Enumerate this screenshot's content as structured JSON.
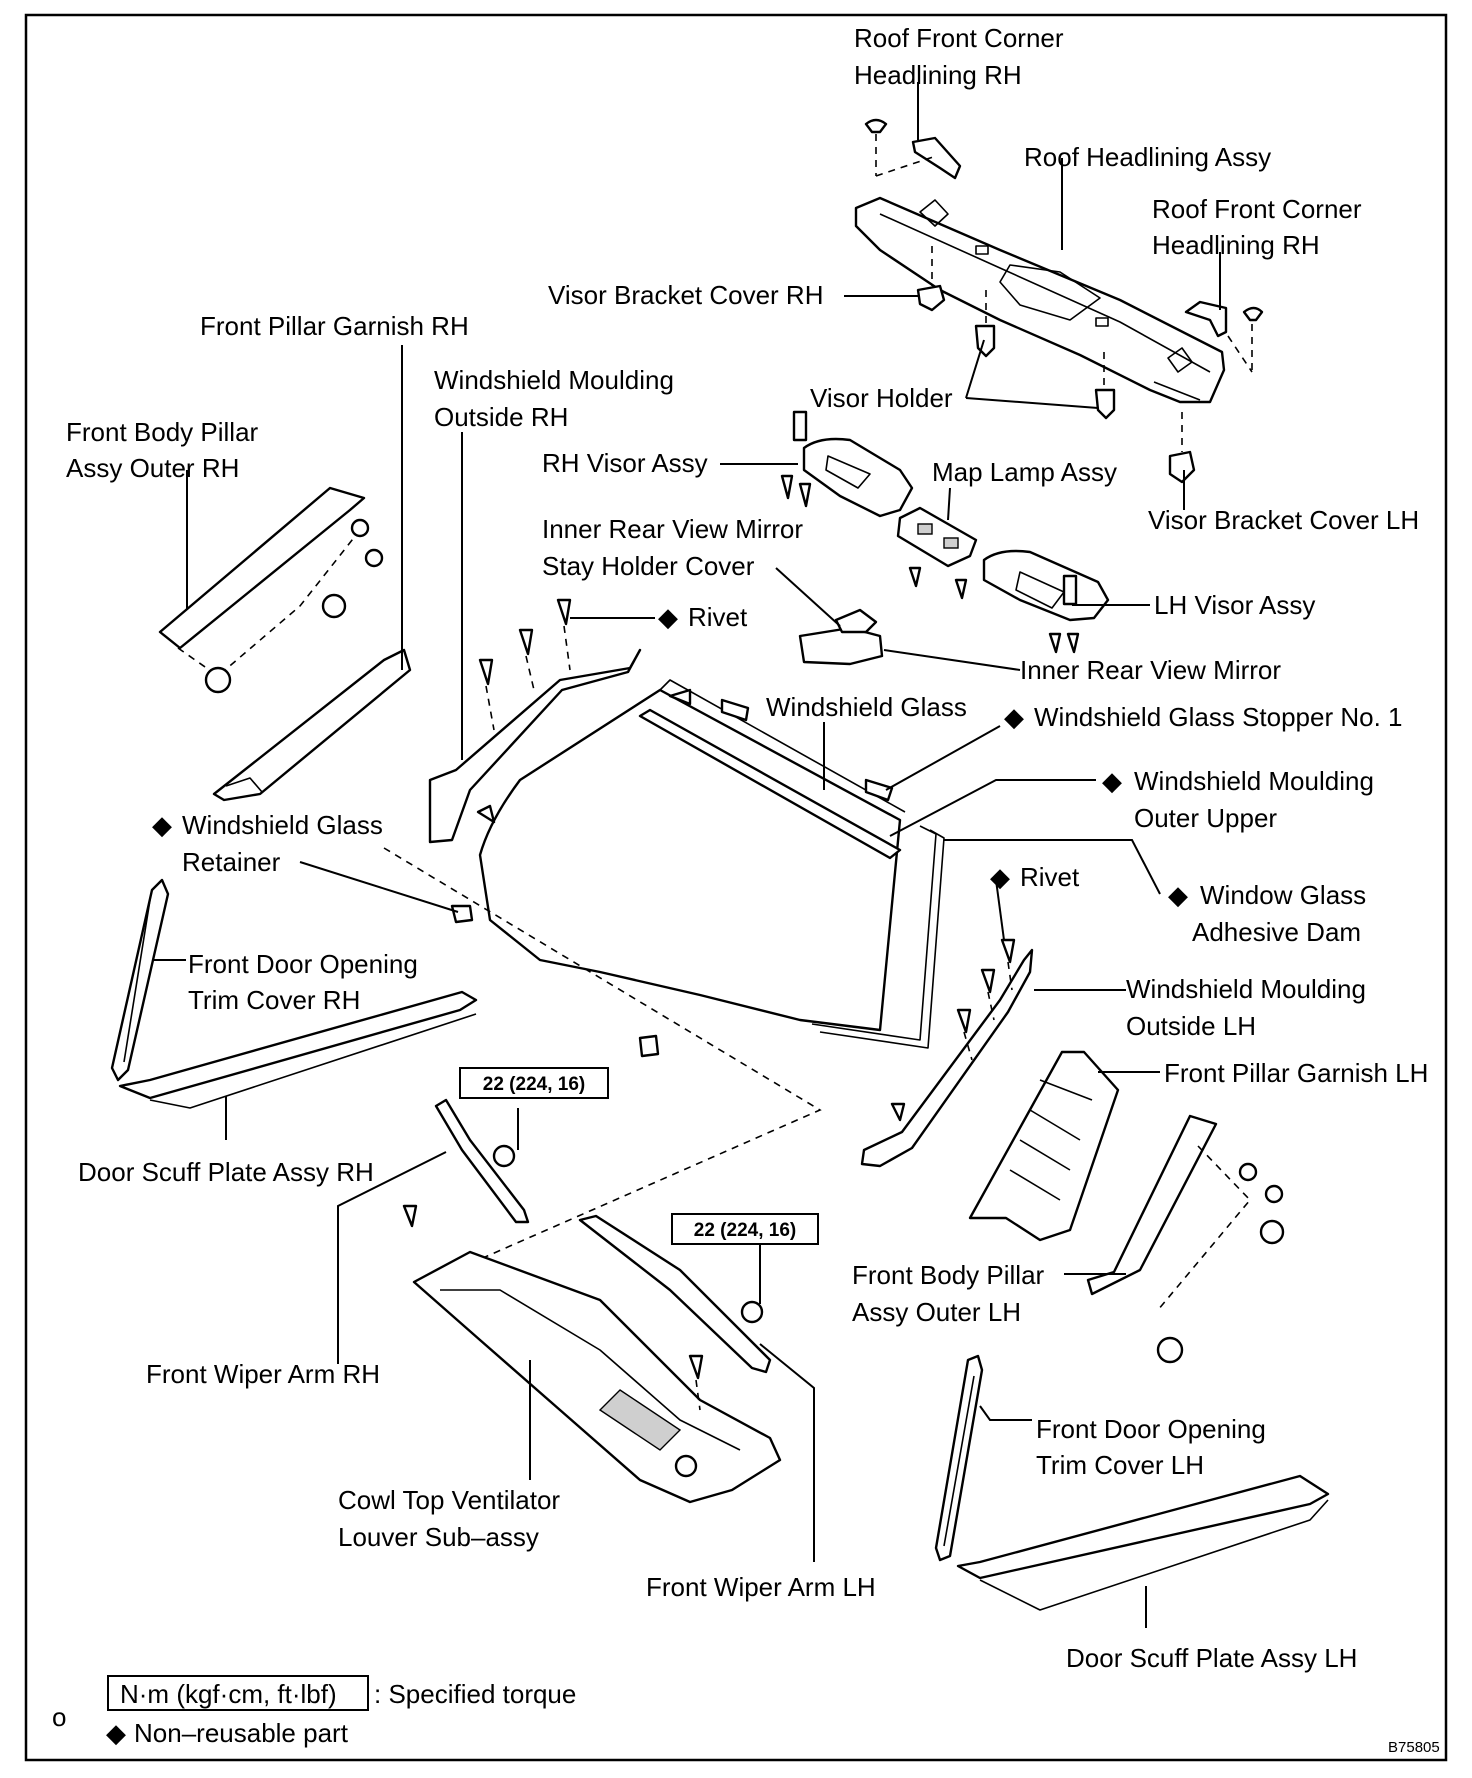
{
  "labels": {
    "roof_front_corner_rh_top": [
      "Roof Front Corner",
      "Headlining RH"
    ],
    "roof_headlining_assy": "Roof Headlining Assy",
    "roof_front_corner_rh_right": [
      "Roof Front Corner",
      "Headlining RH"
    ],
    "visor_bracket_cover_rh": "Visor Bracket Cover RH",
    "front_pillar_garnish_rh": "Front Pillar Garnish RH",
    "windshield_moulding_outside_rh": [
      "Windshield Moulding",
      "Outside RH"
    ],
    "visor_holder": "Visor Holder",
    "front_body_pillar_outer_rh": [
      "Front Body Pillar",
      "Assy Outer RH"
    ],
    "rh_visor_assy": "RH Visor Assy",
    "map_lamp_assy": "Map Lamp Assy",
    "visor_bracket_cover_lh": "Visor Bracket Cover LH",
    "inner_mirror_stay_cover": [
      "Inner Rear View Mirror",
      "Stay Holder Cover"
    ],
    "rivet_upper": "Rivet",
    "lh_visor_assy": "LH Visor Assy",
    "inner_rear_view_mirror": "Inner Rear View Mirror",
    "windshield_glass": "Windshield Glass",
    "windshield_glass_stopper": "Windshield Glass Stopper No. 1",
    "windshield_moulding_outer_upper": [
      "Windshield Moulding",
      "Outer Upper"
    ],
    "windshield_glass_retainer": [
      "Windshield Glass",
      "Retainer"
    ],
    "rivet_lower": "Rivet",
    "window_glass_adhesive_dam": [
      "Window Glass",
      "Adhesive Dam"
    ],
    "front_door_opening_trim_rh": [
      "Front Door Opening",
      "Trim Cover RH"
    ],
    "windshield_moulding_outside_lh": [
      "Windshield Moulding",
      "Outside LH"
    ],
    "front_pillar_garnish_lh": "Front Pillar Garnish LH",
    "door_scuff_plate_rh": "Door Scuff Plate Assy RH",
    "front_body_pillar_outer_lh": [
      "Front Body Pillar",
      "Assy Outer LH"
    ],
    "front_wiper_arm_rh": "Front Wiper Arm RH",
    "front_door_opening_trim_lh": [
      "Front Door Opening",
      "Trim Cover LH"
    ],
    "cowl_top_ventilator": [
      "Cowl Top Ventilator",
      "Louver Sub–assy"
    ],
    "front_wiper_arm_lh": "Front Wiper Arm LH",
    "door_scuff_plate_lh": "Door Scuff Plate Assy LH"
  },
  "torque": {
    "rh": "22 (224, 16)",
    "lh": "22 (224, 16)"
  },
  "legend": {
    "torque_unit": "N·m (kgf·cm, ft·lbf)",
    "torque_desc": ": Specified torque",
    "non_reusable": "Non–reusable part",
    "diamond": "◆"
  },
  "corner_mark": "o",
  "figure_code": "B75805"
}
